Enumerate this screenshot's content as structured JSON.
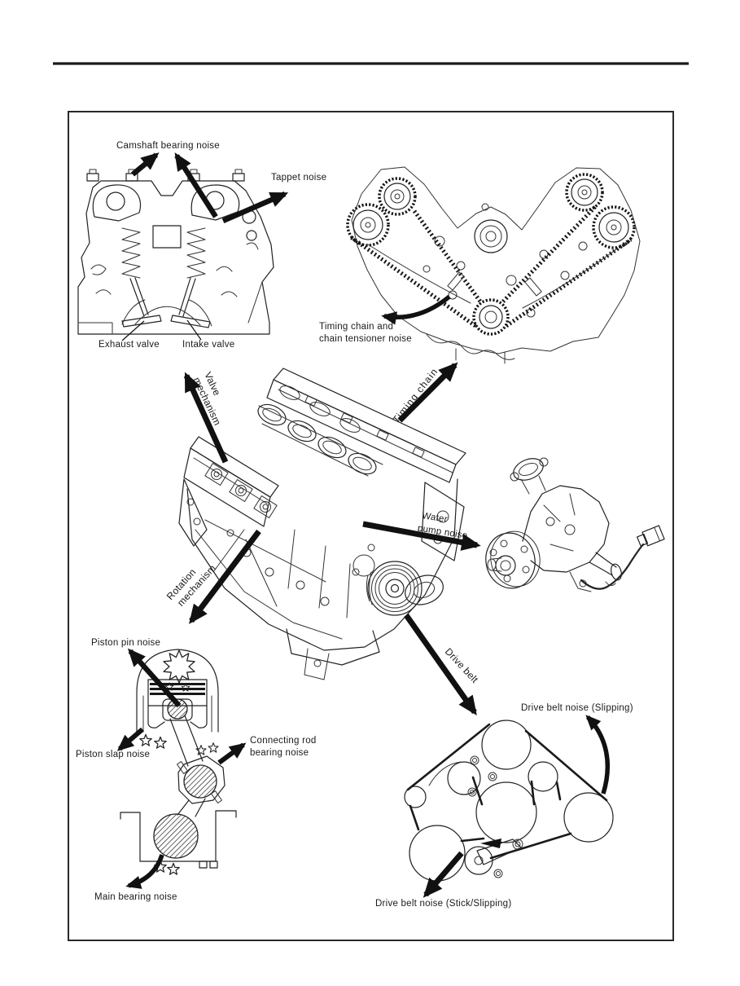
{
  "style": {
    "ink": "#1a1a1a",
    "background": "#ffffff",
    "border": "#2a2a2a"
  },
  "figure": {
    "labels": {
      "camshaft_bearing": "Camshaft bearing noise",
      "tappet": "Tappet noise",
      "exhaust_valve": "Exhaust valve",
      "intake_valve": "Intake valve",
      "timing_tensioner_1": "Timing chain and",
      "timing_tensioner_2": "chain tensioner noise",
      "valve_mech_1": "Valve",
      "valve_mech_2": "mechanism",
      "timing_chain": "Timing chain",
      "water_pump_1": "Water",
      "water_pump_2": "pump noise",
      "rotation_1": "Rotation",
      "rotation_2": "mechanism",
      "drive_belt": "Drive belt",
      "piston_pin": "Piston pin noise",
      "piston_slap": "Piston slap noise",
      "conrod_1": "Connecting rod",
      "conrod_2": "bearing noise",
      "main_bearing": "Main bearing noise",
      "belt_slipping": "Drive belt noise (Slipping)",
      "belt_stick": "Drive belt noise (Stick/Slipping)"
    }
  }
}
